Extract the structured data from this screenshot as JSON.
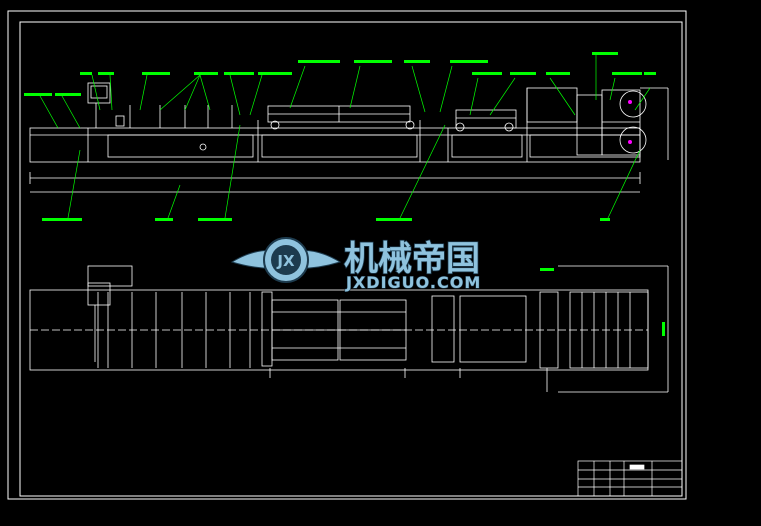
{
  "colors": {
    "background": "#000000",
    "line": "#ffffff",
    "label_green": "#00ff00",
    "watermark_blue": "#8fc3de",
    "watermark_dark": "#1d3b4e",
    "magenta_detail": "#ff00ff"
  },
  "watermark": {
    "title_cn": "机械帝国",
    "url": "JXDIGUO.COM",
    "logo_letters": "JX",
    "logo_icon": "winged-gear-logo-icon"
  },
  "title_block": {
    "icon": "title-block-table"
  }
}
